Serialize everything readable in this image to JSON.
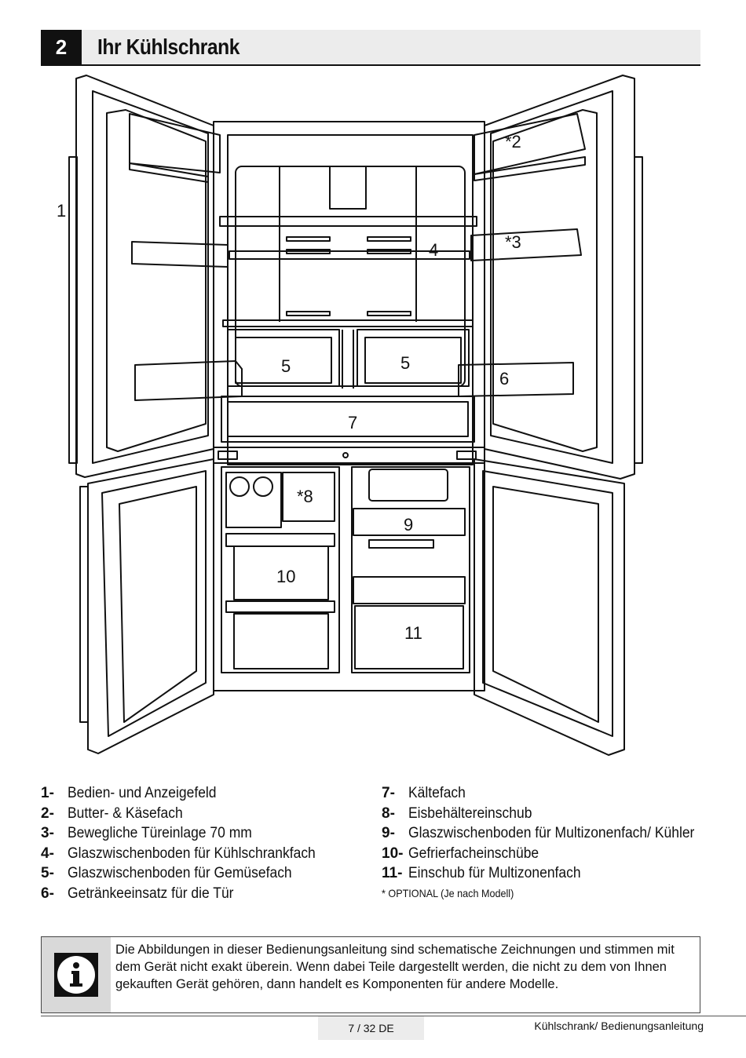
{
  "header": {
    "number": "2",
    "title": "Ihr Kühlschrank"
  },
  "callouts": [
    "1",
    "*2",
    "*3",
    "4",
    "5",
    "5",
    "6",
    "7",
    "*8",
    "9",
    "10",
    "11"
  ],
  "legend_left": [
    {
      "n": "1-",
      "t": "Bedien- und Anzeigefeld"
    },
    {
      "n": "2-",
      "t": "Butter- & Käsefach"
    },
    {
      "n": "3-",
      "t": "Bewegliche Türeinlage 70 mm"
    },
    {
      "n": "4-",
      "t": "Glaszwischenboden für Kühlschrankfach"
    },
    {
      "n": "5-",
      "t": "Glaszwischenboden für Gemüsefach"
    },
    {
      "n": "6-",
      "t": "Getränkeeinsatz für die Tür"
    }
  ],
  "legend_right": [
    {
      "n": "7-",
      "t": "Kältefach"
    },
    {
      "n": "8-",
      "t": "Eisbehältereinschub"
    },
    {
      "n": "9-",
      "t": "Glaszwischenboden für Multizonenfach/ Kühler"
    },
    {
      "n": "10-",
      "t": "Gefrierfacheinschübe"
    },
    {
      "n": "11-",
      "t": "Einschub für Multizonenfach"
    }
  ],
  "optional_note": "* OPTIONAL (Je nach Modell)",
  "info": {
    "icon": "info-icon",
    "text": "Die Abbildungen in dieser Bedienungsanleitung sind schematische Zeichnungen und stimmen mit dem Gerät nicht exakt überein. Wenn dabei Teile dargestellt werden, die nicht zu dem von Ihnen gekauften Gerät gehören, dann handelt es Komponenten für andere Modelle."
  },
  "footer": {
    "page": "7 / 32 DE",
    "doc_title": "Kühlschrank/ Bedienungsanleitung"
  }
}
